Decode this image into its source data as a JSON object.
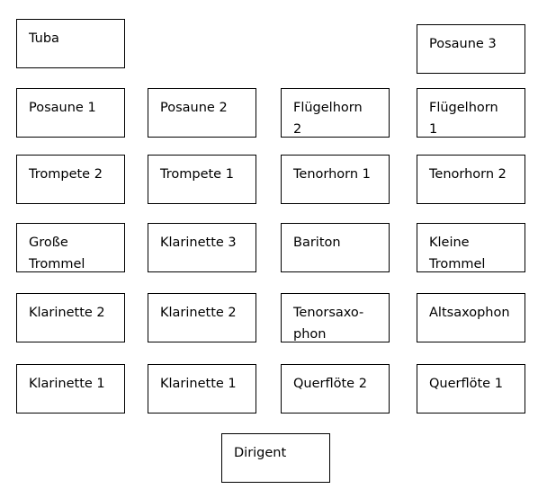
{
  "seats": {
    "tuba": "Tuba",
    "posaune_3": "Posaune 3",
    "posaune_1": "Posaune 1",
    "posaune_2": "Posaune 2",
    "fluegelhorn_2": "Flügelhorn 2",
    "fluegelhorn_1": "Flügelhorn 1",
    "trompete_2": "Trompete 2",
    "trompete_1": "Trompete 1",
    "tenorhorn_1": "Tenorhorn 1",
    "tenorhorn_2": "Tenorhorn 2",
    "grosse_trommel": "Große Trommel",
    "klarinette_3": "Klarinette 3",
    "bariton": "Bariton",
    "kleine_trommel": "Kleine Trommel",
    "klarinette_2_left": "Klarinette 2",
    "klarinette_2_right": "Klarinette 2",
    "tenorsaxophon": "Tenorsaxo-phon",
    "altsaxophon": "Altsaxophon",
    "klarinette_1_left": "Klarinette 1",
    "klarinette_1_right": "Klarinette 1",
    "querfloete_2": "Querflöte 2",
    "querfloete_1": "Querflöte 1",
    "dirigent": "Dirigent"
  }
}
